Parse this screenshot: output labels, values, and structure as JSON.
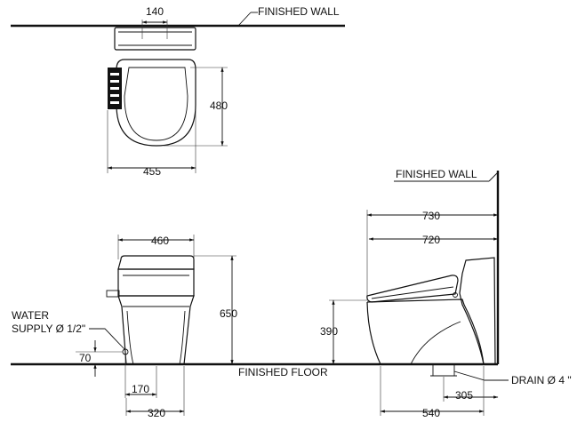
{
  "labels": {
    "finished_wall_top": "FINISHED  WALL",
    "finished_wall_side": "FINISHED  WALL",
    "finished_floor": "FINISHED  FLOOR",
    "water_supply_line1": "WATER",
    "water_supply_line2": "SUPPLY Ø 1/2\"",
    "drain": "DRAIN Ø 4 \""
  },
  "dimensions": {
    "plan_tank_width": "140",
    "plan_seat_depth": "480",
    "plan_overall_width": "455",
    "front_width": "460",
    "front_height": "650",
    "front_supply_height": "70",
    "front_supply_offset": "170",
    "front_base_width": "320",
    "side_overall_depth": "730",
    "side_body_depth": "720",
    "side_seat_height": "390",
    "side_drain_offset": "305",
    "side_base_depth": "540"
  }
}
